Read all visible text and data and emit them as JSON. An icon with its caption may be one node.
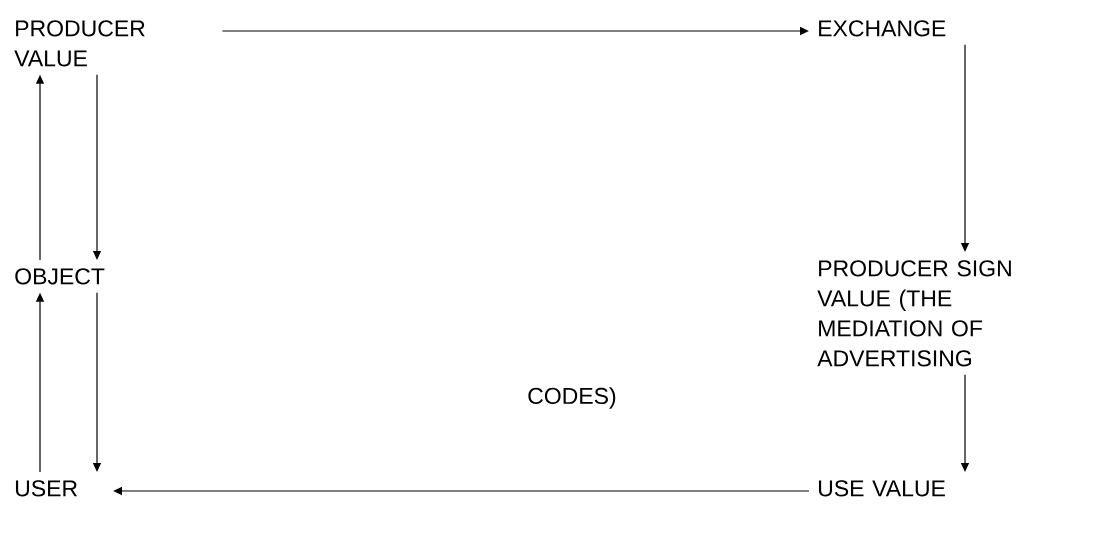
{
  "diagram": {
    "nodes": [
      {
        "text": [
          "PRODUCER VALUE"
        ]
      },
      {
        "text": [
          "EXCHANGE"
        ]
      },
      {
        "text": [
          "OBJECT"
        ]
      },
      {
        "text": [
          "PRODUCER SIGN VALUE (THE MEDIATION OF ADVERTISING"
        ]
      },
      {
        "text": [
          "USE VALUE"
        ]
      },
      {
        "text": [
          "USER"
        ]
      }
    ],
    "edges": [
      {
        "from": 0,
        "to": 1,
        "arrow": "to"
      },
      {
        "from": 1,
        "to": 3,
        "arrow": "to"
      },
      {
        "from": 3,
        "to": 4,
        "arrow": "to"
      },
      {
        "from": 4,
        "to": 5,
        "arrow": "to"
      },
      {
        "from": 2,
        "to": 0,
        "arrow": "to"
      },
      {
        "from": 0,
        "to": 2,
        "arrow": "to"
      },
      {
        "from": 5,
        "to": 2,
        "arrow": "to"
      },
      {
        "from": 2,
        "to": 5,
        "arrow": "to"
      }
    ],
    "labels": [
      "CODES)"
    ]
  }
}
